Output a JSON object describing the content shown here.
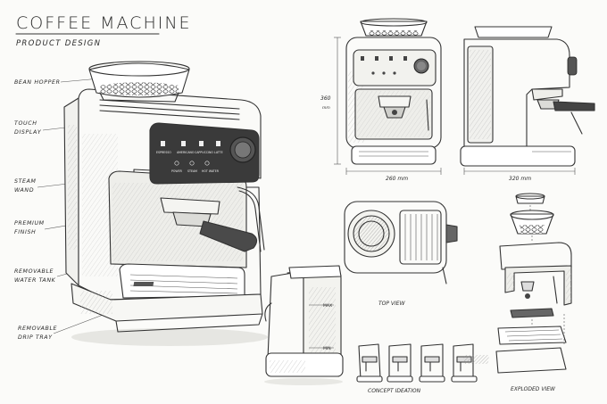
{
  "sheet": {
    "title": "COFFEE MACHINE",
    "subtitle": "PRODUCT DESIGN"
  },
  "callouts": [
    {
      "id": "bean-hopper",
      "lines": [
        "BEAN HOPPER"
      ]
    },
    {
      "id": "touch-display",
      "lines": [
        "TOUCH",
        "DISPLAY"
      ]
    },
    {
      "id": "steam-wand",
      "lines": [
        "STEAM",
        "WAND"
      ]
    },
    {
      "id": "premium-finish",
      "lines": [
        "PREMIUM",
        "FINISH"
      ]
    },
    {
      "id": "removable-water-tank",
      "lines": [
        "REMOVABLE",
        "WATER TANK"
      ]
    },
    {
      "id": "removable-drip-tray",
      "lines": [
        "REMOVABLE",
        "DRIP TRAY"
      ]
    }
  ],
  "control_panel": {
    "buttons": [
      "ESPRESSO",
      "AMERICANO",
      "CAPPUCCINO",
      "LATTE"
    ],
    "row2": [
      "POWER",
      "STEAM",
      "HOT WATER"
    ]
  },
  "dimensions": {
    "height": {
      "value": "360",
      "unit": "mm"
    },
    "width": "260 mm",
    "depth": "320 mm"
  },
  "views": {
    "top": "TOP VIEW",
    "concept": "CONCEPT IDEATION",
    "exploded": "EXPLODED VIEW"
  },
  "tank_marks": {
    "max": "MAX",
    "min": "MIN"
  }
}
